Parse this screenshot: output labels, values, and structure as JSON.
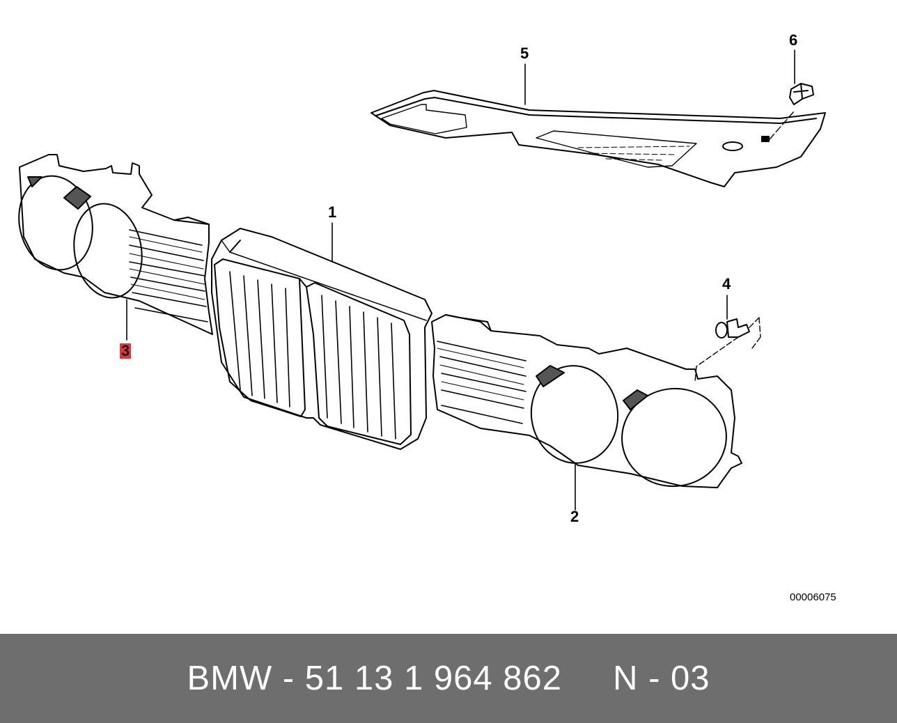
{
  "diagram": {
    "callouts": [
      {
        "id": "1",
        "label": "1",
        "highlighted": false
      },
      {
        "id": "2",
        "label": "2",
        "highlighted": false
      },
      {
        "id": "3",
        "label": "3",
        "highlighted": true
      },
      {
        "id": "4",
        "label": "4",
        "highlighted": false
      },
      {
        "id": "5",
        "label": "5",
        "highlighted": false
      },
      {
        "id": "6",
        "label": "6",
        "highlighted": false
      }
    ],
    "drawing_number": "00006075",
    "highlight_color": "#e0353f"
  },
  "caption": {
    "text": "BMW - 51 13 1 964 862     N - 03",
    "background_color": "#6e6e6e"
  }
}
